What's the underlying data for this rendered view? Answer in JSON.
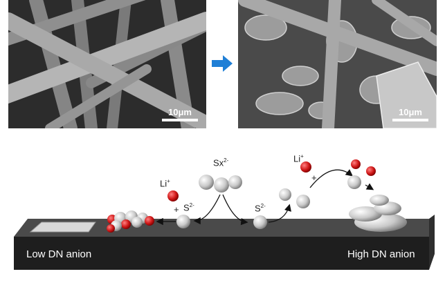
{
  "sem_images": [
    {
      "scale_label": "10μm"
    },
    {
      "scale_label": "10μm"
    }
  ],
  "schematic": {
    "sx_label": "Sx",
    "sx_charge": "2-",
    "li_label": "Li",
    "li_charge": "+",
    "plus": "+",
    "s_label": "S",
    "s_charge": "2-",
    "low_dn_label": "Low DN anion",
    "high_dn_label": "High DN anion"
  },
  "colors": {
    "arrow": "#1f7fd6",
    "li_ion": "#d01818",
    "platform": "#1e1e1e"
  }
}
